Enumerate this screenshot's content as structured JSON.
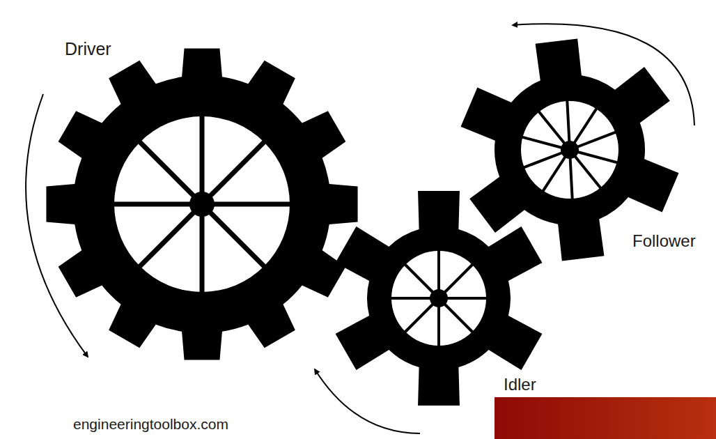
{
  "diagram": {
    "labels": [
      "Driver",
      "Follower",
      "Idler",
      "engineeringtoolbox.com"
    ]
  }
}
